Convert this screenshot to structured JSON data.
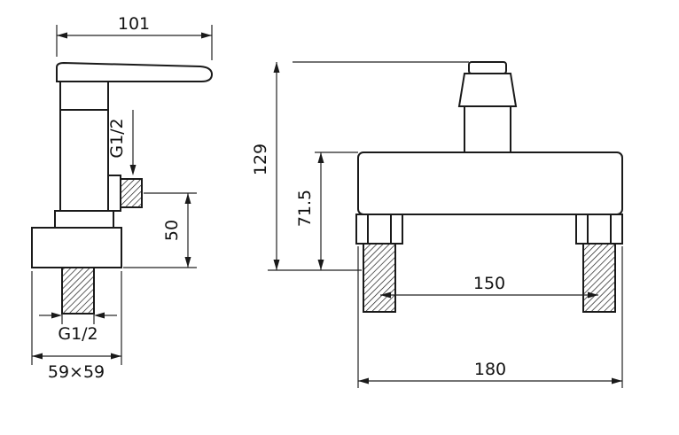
{
  "drawing": {
    "background": "#ffffff",
    "line_color": "#1a1a1a",
    "views": {
      "side": {
        "handle_width_label": "101",
        "outlet_thread_label": "G1/2",
        "outlet_height_label": "50",
        "inlet_thread_label": "G1/2",
        "base_plate_label": "59×59"
      },
      "front": {
        "total_height_label": "129",
        "body_height_label": "71.5",
        "inlet_spacing_label": "150",
        "overall_width_label": "180"
      }
    }
  }
}
